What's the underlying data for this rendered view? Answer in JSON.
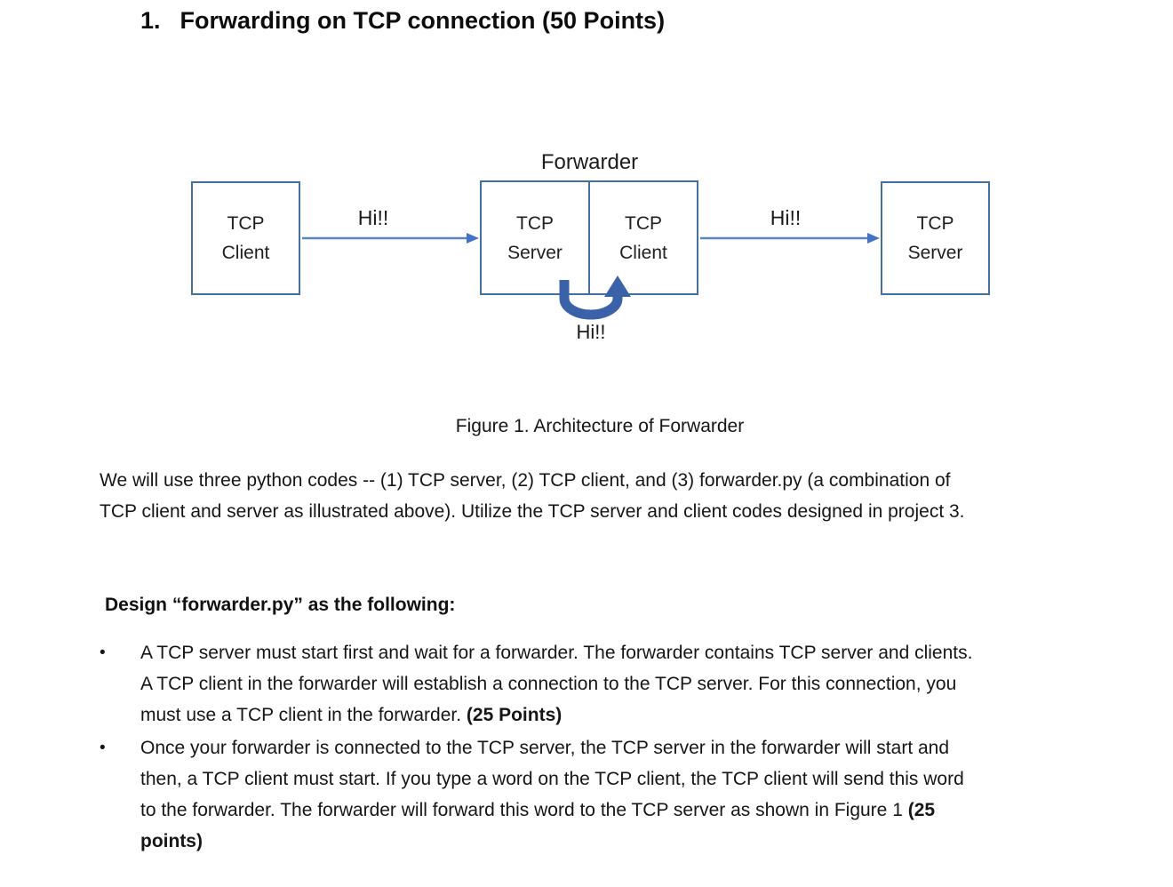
{
  "heading": {
    "number": "1.",
    "title": "Forwarding on TCP connection (50 Points)"
  },
  "diagram": {
    "forwarder_label": "Forwarder",
    "boxes": {
      "left": {
        "line1": "TCP",
        "line2": "Client"
      },
      "forwarder_server": {
        "line1": "TCP",
        "line2": "Server"
      },
      "forwarder_client": {
        "line1": "TCP",
        "line2": "Client"
      },
      "right": {
        "line1": "TCP",
        "line2": "Server"
      }
    },
    "labels": {
      "arrow1": "Hi!!",
      "arrow2": "Hi!!",
      "loop": "Hi!!"
    },
    "colors": {
      "box_border": "#44709d",
      "arrow_line": "#5b83bd",
      "loop_arrow": "#3a62a8"
    }
  },
  "caption": "Figure 1. Architecture of Forwarder",
  "paragraph": {
    "line1": "We will use three python codes -- (1) TCP server, (2) TCP client, and (3) forwarder.py (a combination of",
    "line2": "TCP client and server as illustrated above). Utilize the TCP server and client codes designed in project 3."
  },
  "design_heading": "Design “forwarder.py” as the following:",
  "bullets": [
    {
      "marker": "•",
      "line1": "A TCP server must start first and wait for a forwarder. The forwarder contains TCP server and clients.",
      "line2": "A TCP client in the forwarder will establish a connection to the TCP server. For this connection, you",
      "line3": "must use a TCP client in the forwarder. ",
      "line3_bold": "(25 Points)"
    },
    {
      "marker": "•",
      "line1": "Once your forwarder is connected to the TCP server, the TCP server in the forwarder will start and",
      "line2": "then, a TCP client must start. If you type a word on the TCP client, the TCP client will send this word",
      "line3": "to the forwarder. The forwarder will forward this word to the TCP server as shown in Figure 1 ",
      "line3_bold": "(25",
      "line4_bold": "points)"
    }
  ]
}
